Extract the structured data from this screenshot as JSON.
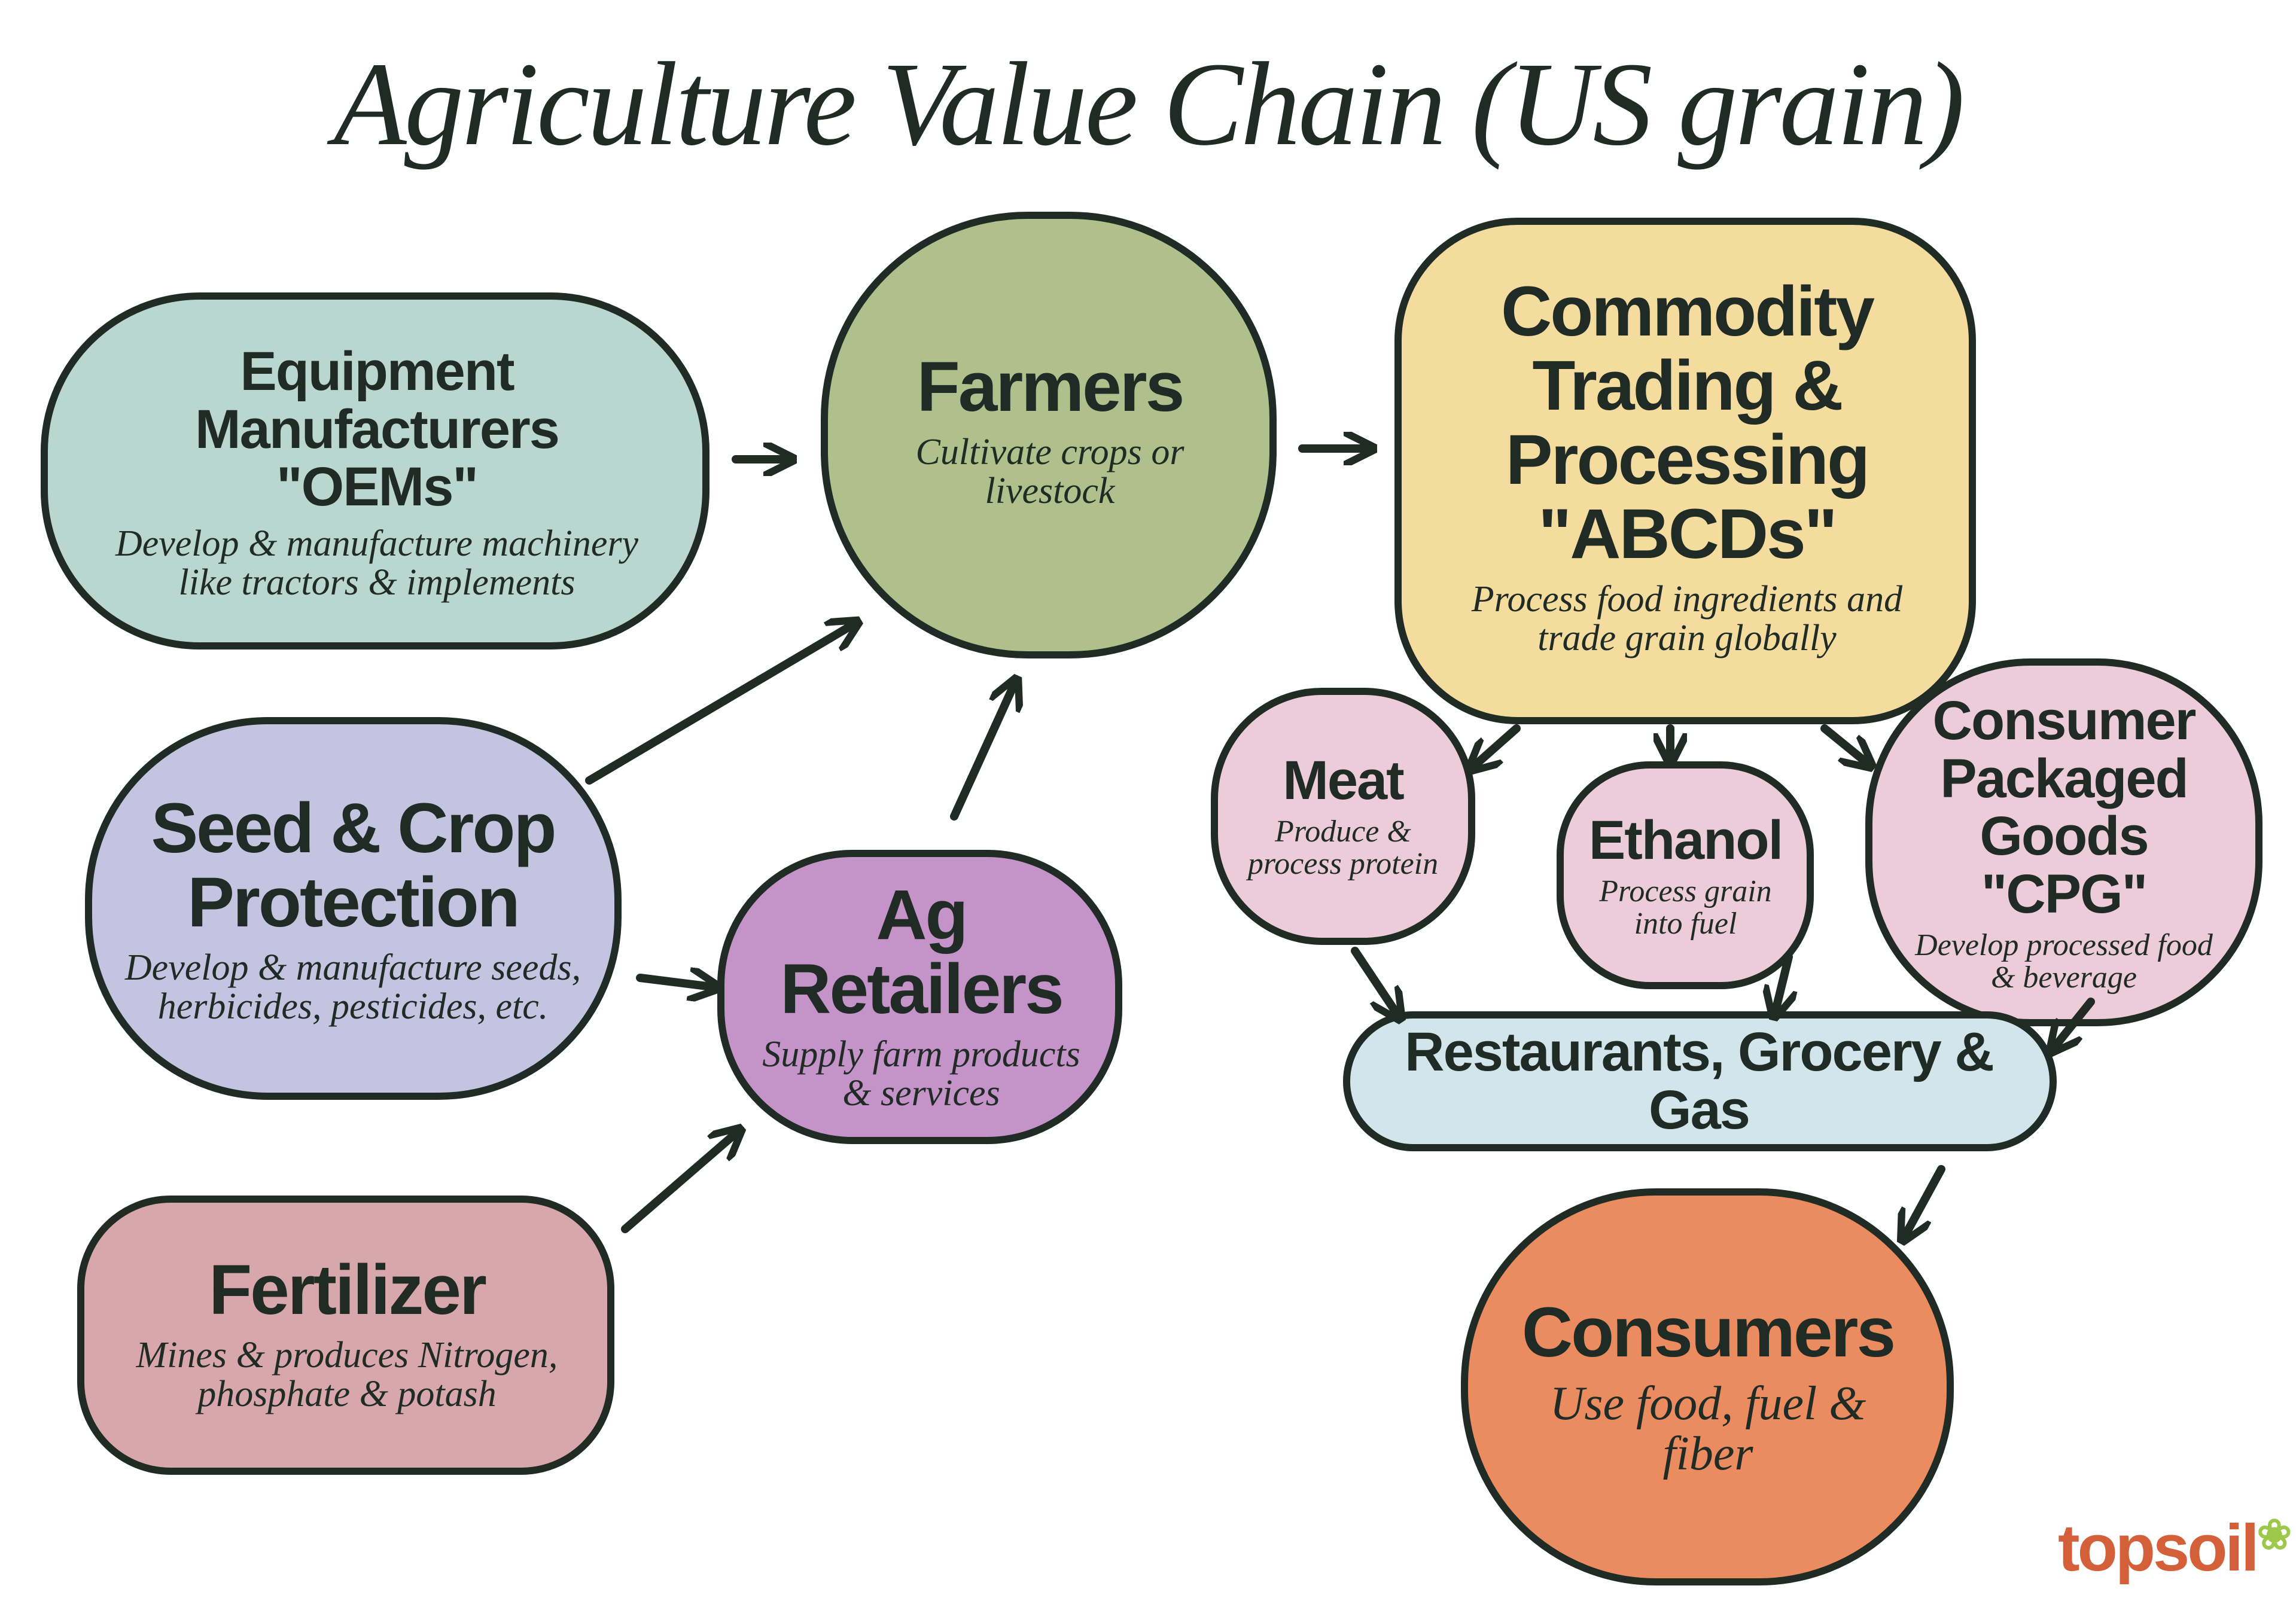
{
  "title": "Agriculture Value Chain (US grain)",
  "nodes": {
    "equipment": {
      "title": "Equipment Manufacturers",
      "subtitle": "\"OEMs\"",
      "desc": "Develop & manufacture machinery like tractors & implements",
      "color": "#b9d6cf"
    },
    "farmers": {
      "title": "Farmers",
      "desc": "Cultivate crops or livestock",
      "color": "#afc08c"
    },
    "commodity": {
      "title": "Commodity Trading & Processing",
      "subtitle": "\"ABCDs\"",
      "desc": "Process food ingredients and trade grain globally",
      "color": "#f3dc9e"
    },
    "seed": {
      "title": "Seed & Crop Protection",
      "desc": "Develop & manufacture seeds, herbicides, pesticides, etc.",
      "color": "#c4c4e0"
    },
    "agretailers": {
      "title": "Ag Retailers",
      "desc": "Supply farm products & services",
      "color": "#c493c8"
    },
    "fertilizer": {
      "title": "Fertilizer",
      "desc": "Mines & produces Nitrogen, phosphate & potash",
      "color": "#d8a7ab"
    },
    "meat": {
      "title": "Meat",
      "desc": "Produce & process protein",
      "color": "#ecccd8"
    },
    "ethanol": {
      "title": "Ethanol",
      "desc": "Process grain into fuel",
      "color": "#ecccd8"
    },
    "cpg": {
      "title": "Consumer Packaged Goods",
      "subtitle": "\"CPG\"",
      "desc": "Develop processed food & beverage",
      "color": "#ecccd8"
    },
    "restaurants": {
      "title": "Restaurants, Grocery & Gas",
      "color": "#d1e5ea"
    },
    "consumers": {
      "title": "Consumers",
      "desc": "Use food, fuel & fiber",
      "color": "#ea8c60"
    }
  },
  "edges": [
    [
      "equipment",
      "farmers"
    ],
    [
      "farmers",
      "commodity"
    ],
    [
      "seed",
      "farmers"
    ],
    [
      "agretailers",
      "farmers"
    ],
    [
      "seed",
      "agretailers"
    ],
    [
      "fertilizer",
      "agretailers"
    ],
    [
      "commodity",
      "meat"
    ],
    [
      "commodity",
      "ethanol"
    ],
    [
      "commodity",
      "cpg"
    ],
    [
      "meat",
      "restaurants"
    ],
    [
      "ethanol",
      "restaurants"
    ],
    [
      "cpg",
      "restaurants"
    ],
    [
      "restaurants",
      "consumers"
    ]
  ],
  "logo": {
    "text": "topsoil",
    "colors": {
      "primary": "#d4603a",
      "dark": "#7a2e20",
      "leaf": "#9cc94a"
    }
  },
  "ink_color": "#1f2b24"
}
